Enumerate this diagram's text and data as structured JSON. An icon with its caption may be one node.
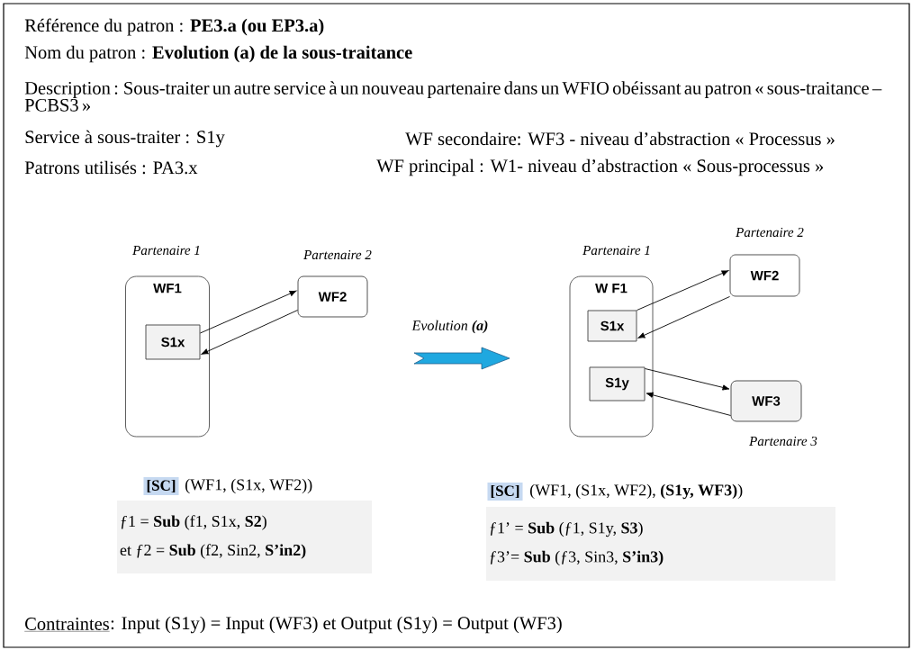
{
  "diagram": {
    "nodes": [
      {
        "text": [
          "WF1"
        ],
        "beside": [
          "Partenaire 1"
        ]
      },
      {
        "text": [
          "S1x"
        ],
        "in": 0
      },
      {
        "text": [
          "WF2"
        ],
        "beside": [
          "Partenaire 2"
        ]
      },
      {
        "text": [
          "W F1"
        ],
        "beside": [
          "Partenaire 1"
        ]
      },
      {
        "text": [
          "S1x"
        ],
        "in": 3
      },
      {
        "text": [
          "S1y"
        ],
        "in": 3
      },
      {
        "text": [
          "WF2"
        ],
        "beside": [
          "Partenaire 2"
        ]
      },
      {
        "text": [
          "WF3"
        ],
        "beside": [
          "Partenaire 3"
        ]
      },
      {
        "text": [
          "ƒ1 = **Sub** (f1, S1x, **S2**)",
          "et ƒ2 = **Sub** (f2, Sin2, **S’in2)**"
        ]
      },
      {
        "text": [
          "ƒ1’ = **Sub** (ƒ1, S1y, **S3**)",
          "ƒ3’= **Sub** (ƒ3, Sin3, **S’in3)**"
        ]
      }
    ],
    "edges": [
      {
        "from": 1,
        "to": 2,
        "arrow": "to"
      },
      {
        "from": 2,
        "to": 1,
        "arrow": "to"
      },
      {
        "from": 4,
        "to": 6,
        "arrow": "to"
      },
      {
        "from": 6,
        "to": 4,
        "arrow": "to"
      },
      {
        "from": 5,
        "to": 7,
        "arrow": "to"
      },
      {
        "from": 7,
        "to": 5,
        "arrow": "to"
      }
    ],
    "labels": [
      "Référence du patron : **PE3.a (ou EP3.a)**",
      "Nom du patron : **Evolution (a) de la sous-traitance**",
      "Description : Sous-traiter un autre service à un nouveau partenaire dans un WFIO obéissant au patron « sous-traitance – PCBS3 »",
      "Service à sous-traiter : S1y",
      "WF secondaire: WF3 - niveau d’abstraction « Processus »",
      "Patrons utilisés : PA3.x",
      "WF principal : W1- niveau d’abstraction « Sous-processus »",
      "Evolution **(a)**",
      "[SC]",
      "(WF1, (S1x, WF2))",
      "[SC]",
      "(WF1, (S1x, WF2), **(S1y, WF3)**)",
      "Contraintes",
      ": Input (S1y) = Input (WF3) et Output (S1y) = Output (WF3)"
    ]
  }
}
